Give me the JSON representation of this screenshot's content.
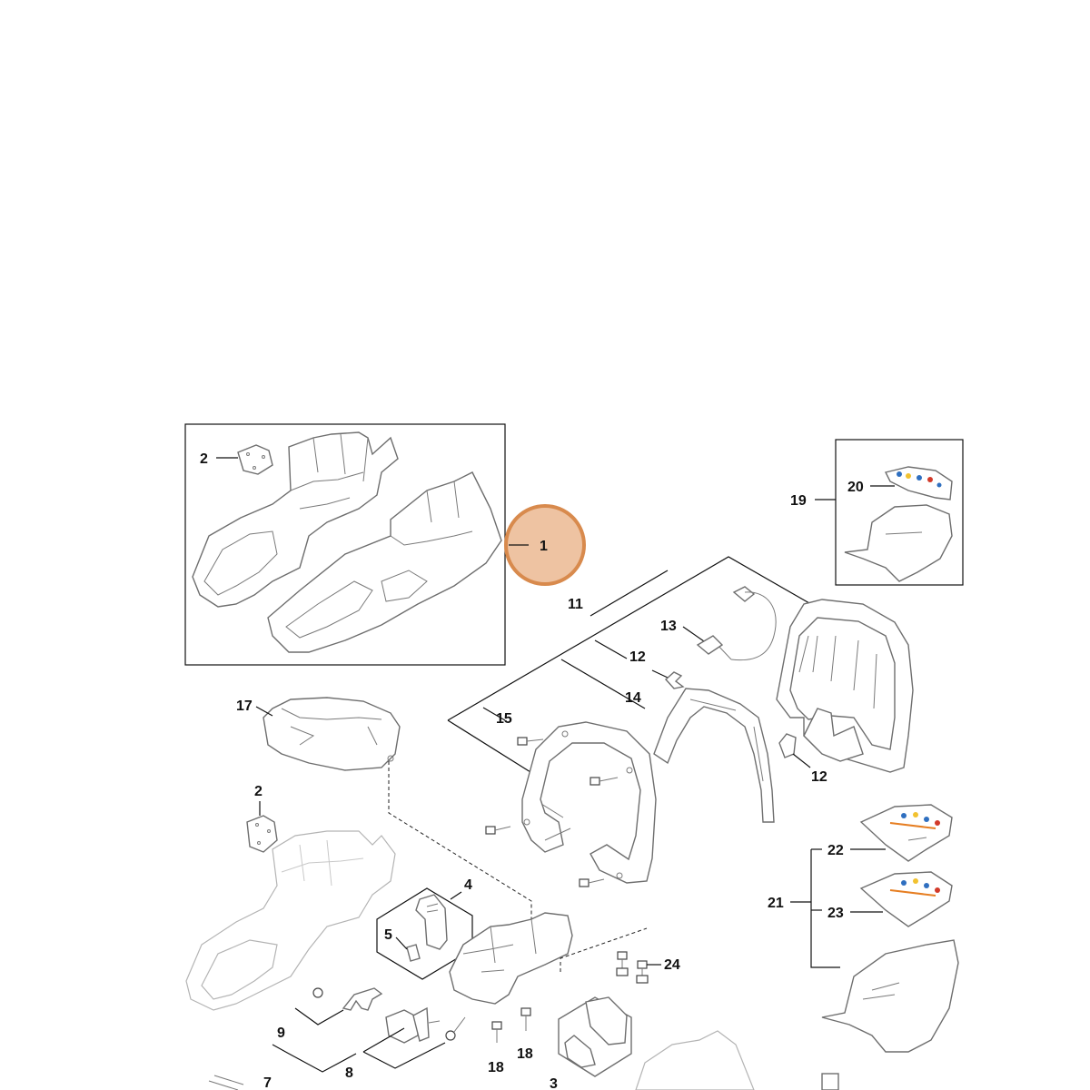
{
  "highlight": {
    "label": "1",
    "fill": "#eec3a2",
    "stroke": "#d88a4d"
  },
  "labels": {
    "l1": "1",
    "l2a": "2",
    "l2b": "2",
    "l3": "3",
    "l4": "4",
    "l5": "5",
    "l7": "7",
    "l8": "8",
    "l9": "9",
    "l11": "11",
    "l12a": "12",
    "l12b": "12",
    "l13": "13",
    "l14": "14",
    "l15": "15",
    "l17": "17",
    "l18a": "18",
    "l18b": "18",
    "l19": "19",
    "l20": "20",
    "l21": "21",
    "l22": "22",
    "l23": "23",
    "l24": "24"
  },
  "sticker_colors": {
    "red": "#d23a2a",
    "blue": "#2f6fc0",
    "yellow": "#f2c230",
    "orange": "#e67e22"
  }
}
